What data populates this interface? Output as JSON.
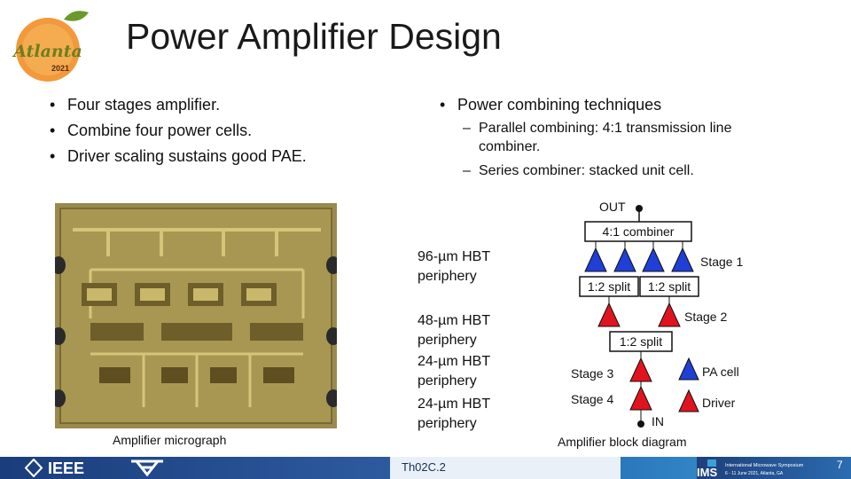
{
  "slide": {
    "title": "Power Amplifier Design",
    "page_number": "7",
    "footer_code": "Th02C.2"
  },
  "logo": {
    "text": "Atlanta",
    "year": "2021"
  },
  "left_bullets": [
    "Four stages amplifier.",
    "Combine four power cells.",
    "Driver scaling sustains good PAE."
  ],
  "right_bullet": {
    "main": "Power combining techniques",
    "sub": [
      {
        "line1": "Parallel combining: 4:1 transmission line",
        "line2": "combiner."
      },
      {
        "line1": "Series combiner: stacked unit cell.",
        "line2": ""
      }
    ]
  },
  "peripheries": [
    {
      "line1": "96-µm HBT",
      "line2": "periphery"
    },
    {
      "line1": "48-µm HBT",
      "line2": "periphery"
    },
    {
      "line1": "24-µm HBT",
      "line2": "periphery"
    },
    {
      "line1": "24-µm HBT",
      "line2": "periphery"
    }
  ],
  "captions": {
    "micrograph": "Amplifier micrograph",
    "block_diagram": "Amplifier block diagram"
  },
  "block_diagram": {
    "out_label": "OUT",
    "in_label": "IN",
    "combiner": "4:1 combiner",
    "split_stage1": "1:2 split",
    "split_stage2": "1:2 split",
    "stage1": "Stage 1",
    "stage2": "Stage 2",
    "stage3": "Stage 3",
    "stage4": "Stage 4",
    "legend_pa": "PA cell",
    "legend_driver": "Driver",
    "pa_color": "#1f3fd6",
    "driver_color": "#e0141e"
  },
  "footer": {
    "ieee": "IEEE",
    "ims": "IMS",
    "ims_line1": "International Microwave Symposium",
    "ims_line2": "6 - 11 June 2021, Atlanta, GA"
  }
}
